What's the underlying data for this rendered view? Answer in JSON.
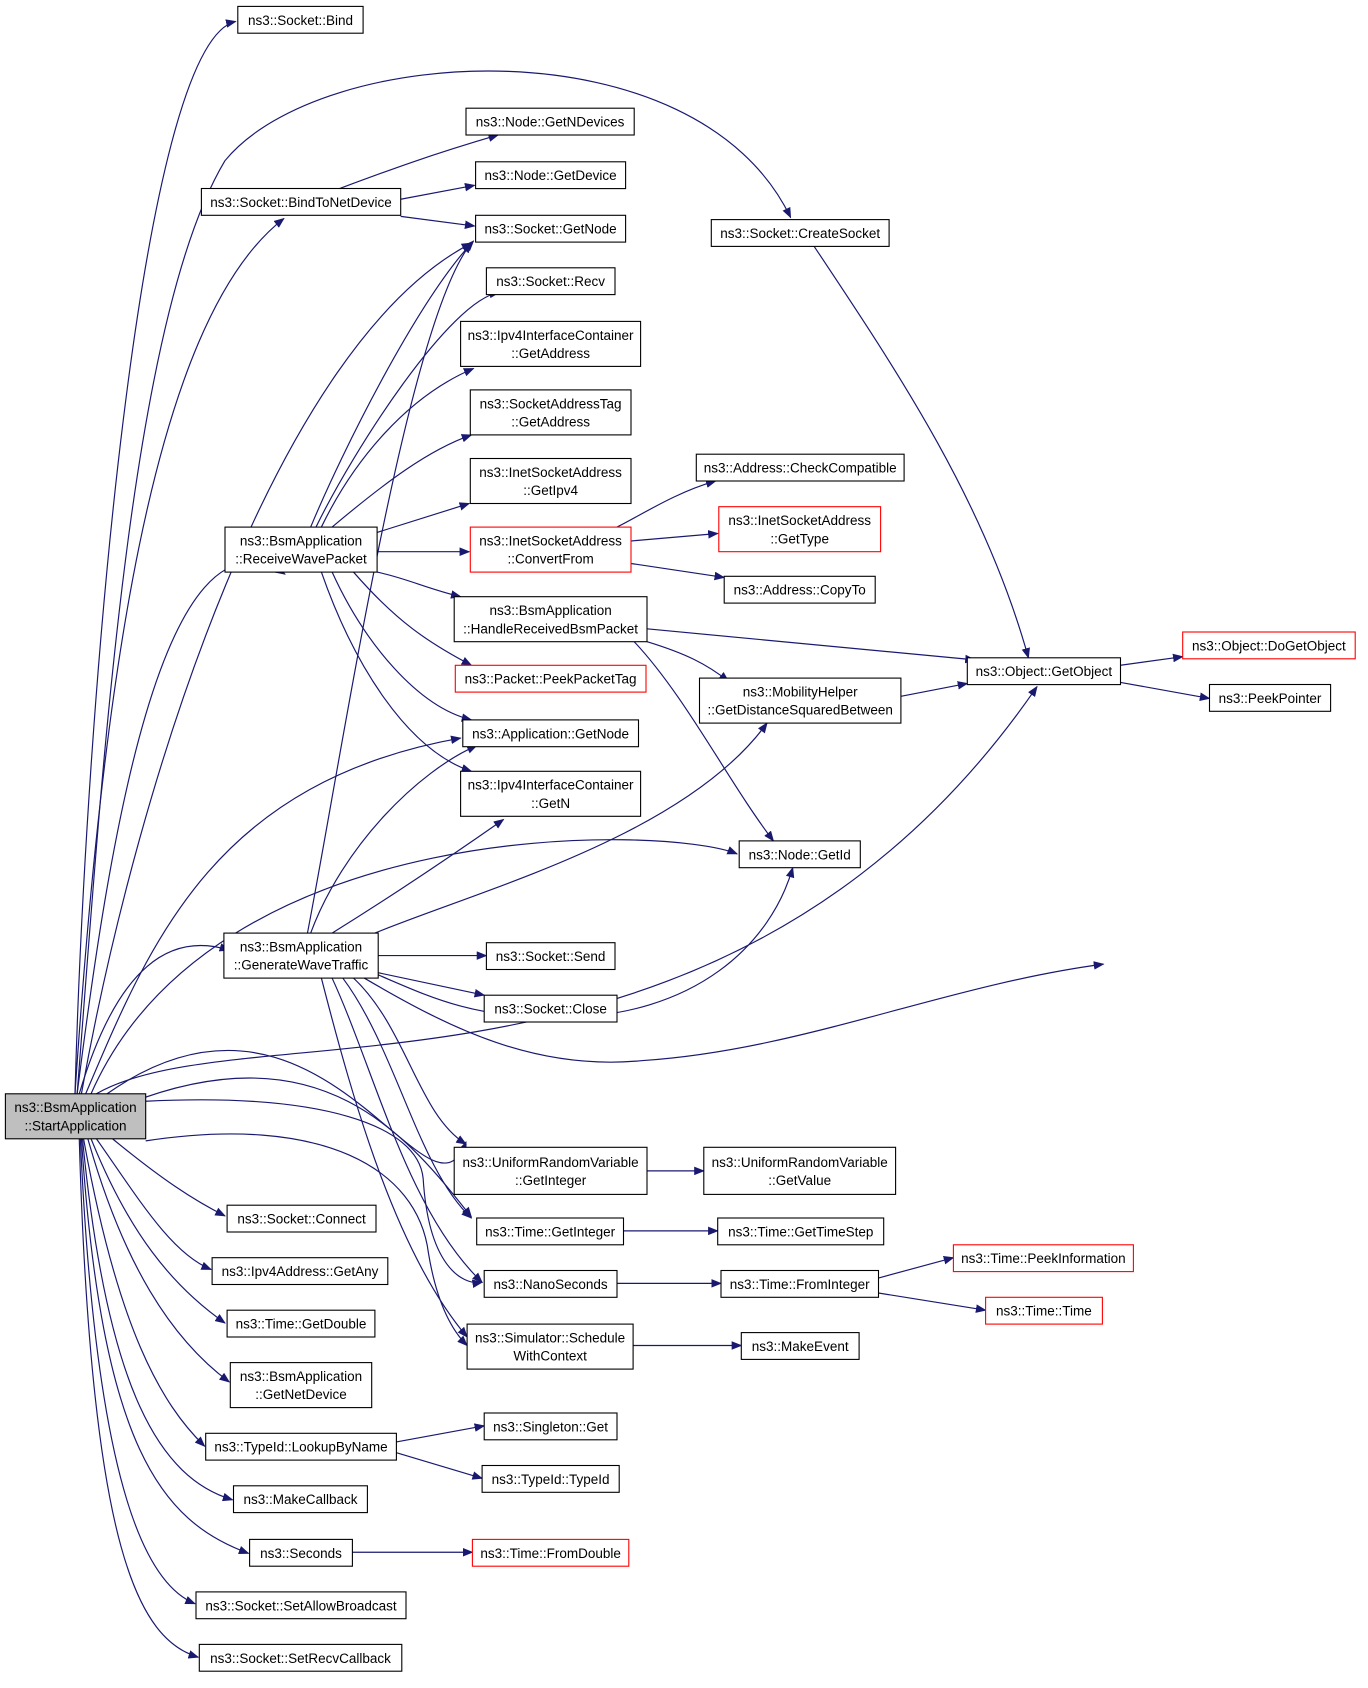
{
  "colors": {
    "edge": "#191970",
    "box_border": "#000000",
    "truncated_border": "#ff0000",
    "root_fill": "#bfbfbf",
    "background": "#ffffff"
  },
  "nodes": {
    "root": [
      "ns3::BsmApplication",
      "::StartApplication"
    ],
    "bind": [
      "ns3::Socket::Bind"
    ],
    "bind_to_net_device": [
      "ns3::Socket::BindToNetDevice"
    ],
    "create_socket": [
      "ns3::Socket::CreateSocket"
    ],
    "node_get_n_devices": [
      "ns3::Node::GetNDevices"
    ],
    "node_get_device": [
      "ns3::Node::GetDevice"
    ],
    "socket_get_node": [
      "ns3::Socket::GetNode"
    ],
    "socket_recv": [
      "ns3::Socket::Recv"
    ],
    "ipv4ic_get_address": [
      "ns3::Ipv4InterfaceContainer",
      "::GetAddress"
    ],
    "sat_get_address": [
      "ns3::SocketAddressTag",
      "::GetAddress"
    ],
    "isa_get_ipv4": [
      "ns3::InetSocketAddress",
      "::GetIpv4"
    ],
    "isa_convert_from": [
      "ns3::InetSocketAddress",
      "::ConvertFrom"
    ],
    "address_check_compatible": [
      "ns3::Address::CheckCompatible"
    ],
    "isa_get_type": [
      "ns3::InetSocketAddress",
      "::GetType"
    ],
    "address_copy_to": [
      "ns3::Address::CopyTo"
    ],
    "receive_wave_packet": [
      "ns3::BsmApplication",
      "::ReceiveWavePacket"
    ],
    "handle_received_bsm": [
      "ns3::BsmApplication",
      "::HandleReceivedBsmPacket"
    ],
    "packet_peek_tag": [
      "ns3::Packet::PeekPacketTag"
    ],
    "mobility_distance": [
      "ns3::MobilityHelper",
      "::GetDistanceSquaredBetween"
    ],
    "object_get_object": [
      "ns3::Object::GetObject"
    ],
    "object_do_get_object": [
      "ns3::Object::DoGetObject"
    ],
    "peek_pointer": [
      "ns3::PeekPointer"
    ],
    "application_get_node": [
      "ns3::Application::GetNode"
    ],
    "ipv4ic_get_n": [
      "ns3::Ipv4InterfaceContainer",
      "::GetN"
    ],
    "node_get_id": [
      "ns3::Node::GetId"
    ],
    "generate_wave_traffic": [
      "ns3::BsmApplication",
      "::GenerateWaveTraffic"
    ],
    "socket_send": [
      "ns3::Socket::Send"
    ],
    "socket_close": [
      "ns3::Socket::Close"
    ],
    "urv_get_integer": [
      "ns3::UniformRandomVariable",
      "::GetInteger"
    ],
    "urv_get_value": [
      "ns3::UniformRandomVariable",
      "::GetValue"
    ],
    "time_get_integer": [
      "ns3::Time::GetInteger"
    ],
    "time_get_time_step": [
      "ns3::Time::GetTimeStep"
    ],
    "nano_seconds": [
      "ns3::NanoSeconds"
    ],
    "time_from_integer": [
      "ns3::Time::FromInteger"
    ],
    "time_peek_information": [
      "ns3::Time::PeekInformation"
    ],
    "time_time": [
      "ns3::Time::Time"
    ],
    "simulator_schedule": [
      "ns3::Simulator::Schedule",
      "WithContext"
    ],
    "make_event": [
      "ns3::MakeEvent"
    ],
    "socket_connect": [
      "ns3::Socket::Connect"
    ],
    "ipv4_get_any": [
      "ns3::Ipv4Address::GetAny"
    ],
    "time_get_double": [
      "ns3::Time::GetDouble"
    ],
    "bsm_get_net_device": [
      "ns3::BsmApplication",
      "::GetNetDevice"
    ],
    "typeid_lookup": [
      "ns3::TypeId::LookupByName"
    ],
    "singleton_get": [
      "ns3::Singleton::Get"
    ],
    "typeid_typeid": [
      "ns3::TypeId::TypeId"
    ],
    "make_callback": [
      "ns3::MakeCallback"
    ],
    "seconds": [
      "ns3::Seconds"
    ],
    "time_from_double": [
      "ns3::Time::FromDouble"
    ],
    "socket_set_allow_broadcast": [
      "ns3::Socket::SetAllowBroadcast"
    ],
    "socket_set_recv_callback": [
      "ns3::Socket::SetRecvCallback"
    ]
  }
}
